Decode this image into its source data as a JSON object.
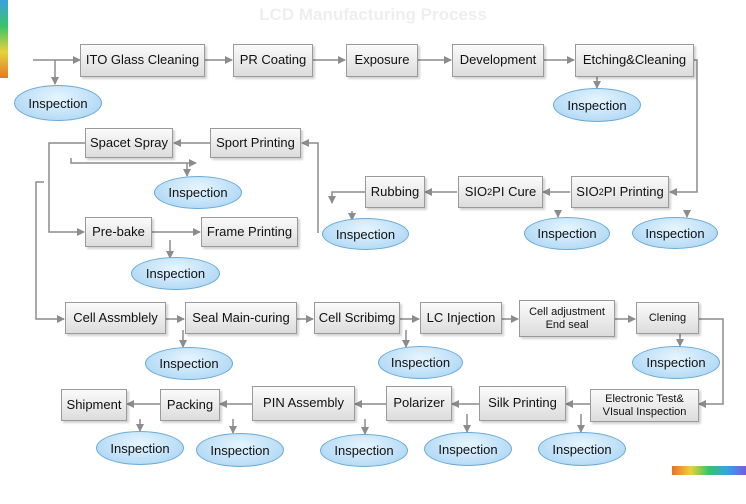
{
  "title": "LCD Manufacturing Process",
  "colors": {
    "box_border": "#9a9a9a",
    "inspection_fill": "#b7dcf6",
    "arrow": "#8c8c8c"
  },
  "steps": {
    "ito_glass_cleaning": "ITO Glass Cleaning",
    "pr_coating": "PR Coating",
    "exposure": "Exposure",
    "development": "Development",
    "etching_cleaning": "Etching&Cleaning",
    "spacet_spray": "Spacet Spray",
    "sport_printing": "Sport Printing",
    "rubbing": "Rubbing",
    "sio2_pi_cure": {
      "pre": "SIO",
      "sub": "2",
      "post": "PI Cure"
    },
    "sio2_pi_printing": {
      "pre": "SIO",
      "sub": "2",
      "post": "PI Printing"
    },
    "pre_bake": "Pre-bake",
    "frame_printing": "Frame Printing",
    "cell_assembly": "Cell Assmblely",
    "seal_main_curing": "Seal Main-curing",
    "cell_scribing": "Cell Scribimg",
    "lc_injection": "LC Injection",
    "cell_adjustment": {
      "line1": "Cell adjustment",
      "line2": "End seal"
    },
    "cleaning": "Clening",
    "electronic_test": {
      "line1": "Electronic Test&",
      "line2": "VIsual Inspection"
    },
    "silk_printing": "Silk Printing",
    "polarizer": "Polarizer",
    "pin_assembly": "PIN Assembly",
    "packing": "Packing",
    "shipment": "Shipment"
  },
  "inspection_label": "Inspection"
}
